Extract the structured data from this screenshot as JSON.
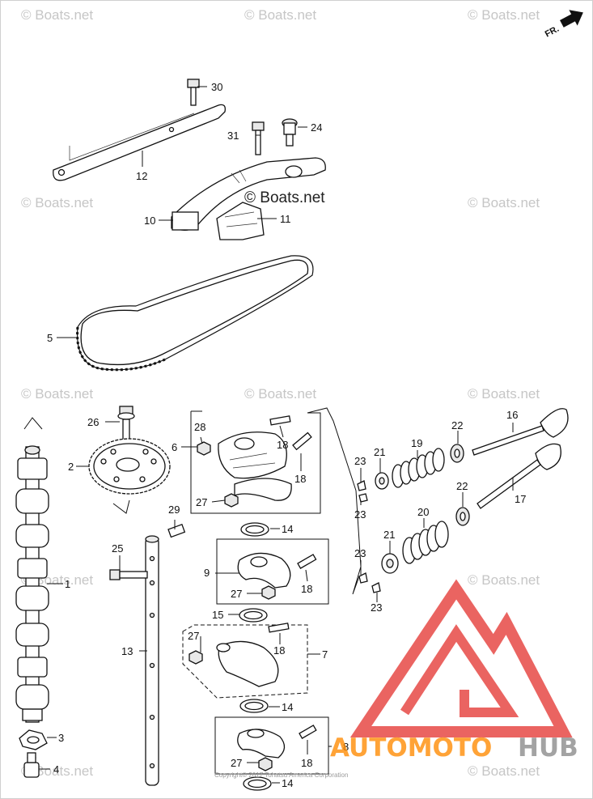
{
  "watermarks": {
    "text": "© Boats.net",
    "center_text": "© Boats.net"
  },
  "direction_marker": {
    "label": "FR.",
    "icon": "arrow-up-right-icon"
  },
  "copyright": "Copyright© 2017 Tohatsu America Corporation",
  "logo": {
    "text_auto": "AUTOMOTO",
    "text_hub": "HUB",
    "colors": {
      "triangle": "#e53935",
      "auto": "#ff8a00",
      "hub": "#8a8a8a"
    }
  },
  "callouts": {
    "p1": "1",
    "p2": "2",
    "p3": "3",
    "p4": "4",
    "p5": "5",
    "p6": "6",
    "p7": "7",
    "p8": "8",
    "p9": "9",
    "p10": "10",
    "p11": "11",
    "p12": "12",
    "p13": "13",
    "p14a": "14",
    "p14b": "14",
    "p14c": "14",
    "p15": "15",
    "p16": "16",
    "p17": "17",
    "p18a": "18",
    "p18b": "18",
    "p18c": "18",
    "p18d": "18",
    "p18e": "18",
    "p19": "19",
    "p20": "20",
    "p21a": "21",
    "p21b": "21",
    "p22a": "22",
    "p22b": "22",
    "p23a": "23",
    "p23b": "23",
    "p23c": "23",
    "p23d": "23",
    "p24": "24",
    "p25": "25",
    "p26": "26",
    "p27a": "27",
    "p27b": "27",
    "p27c": "27",
    "p27d": "27",
    "p28": "28",
    "p29": "29",
    "p30": "30",
    "p31": "31"
  }
}
